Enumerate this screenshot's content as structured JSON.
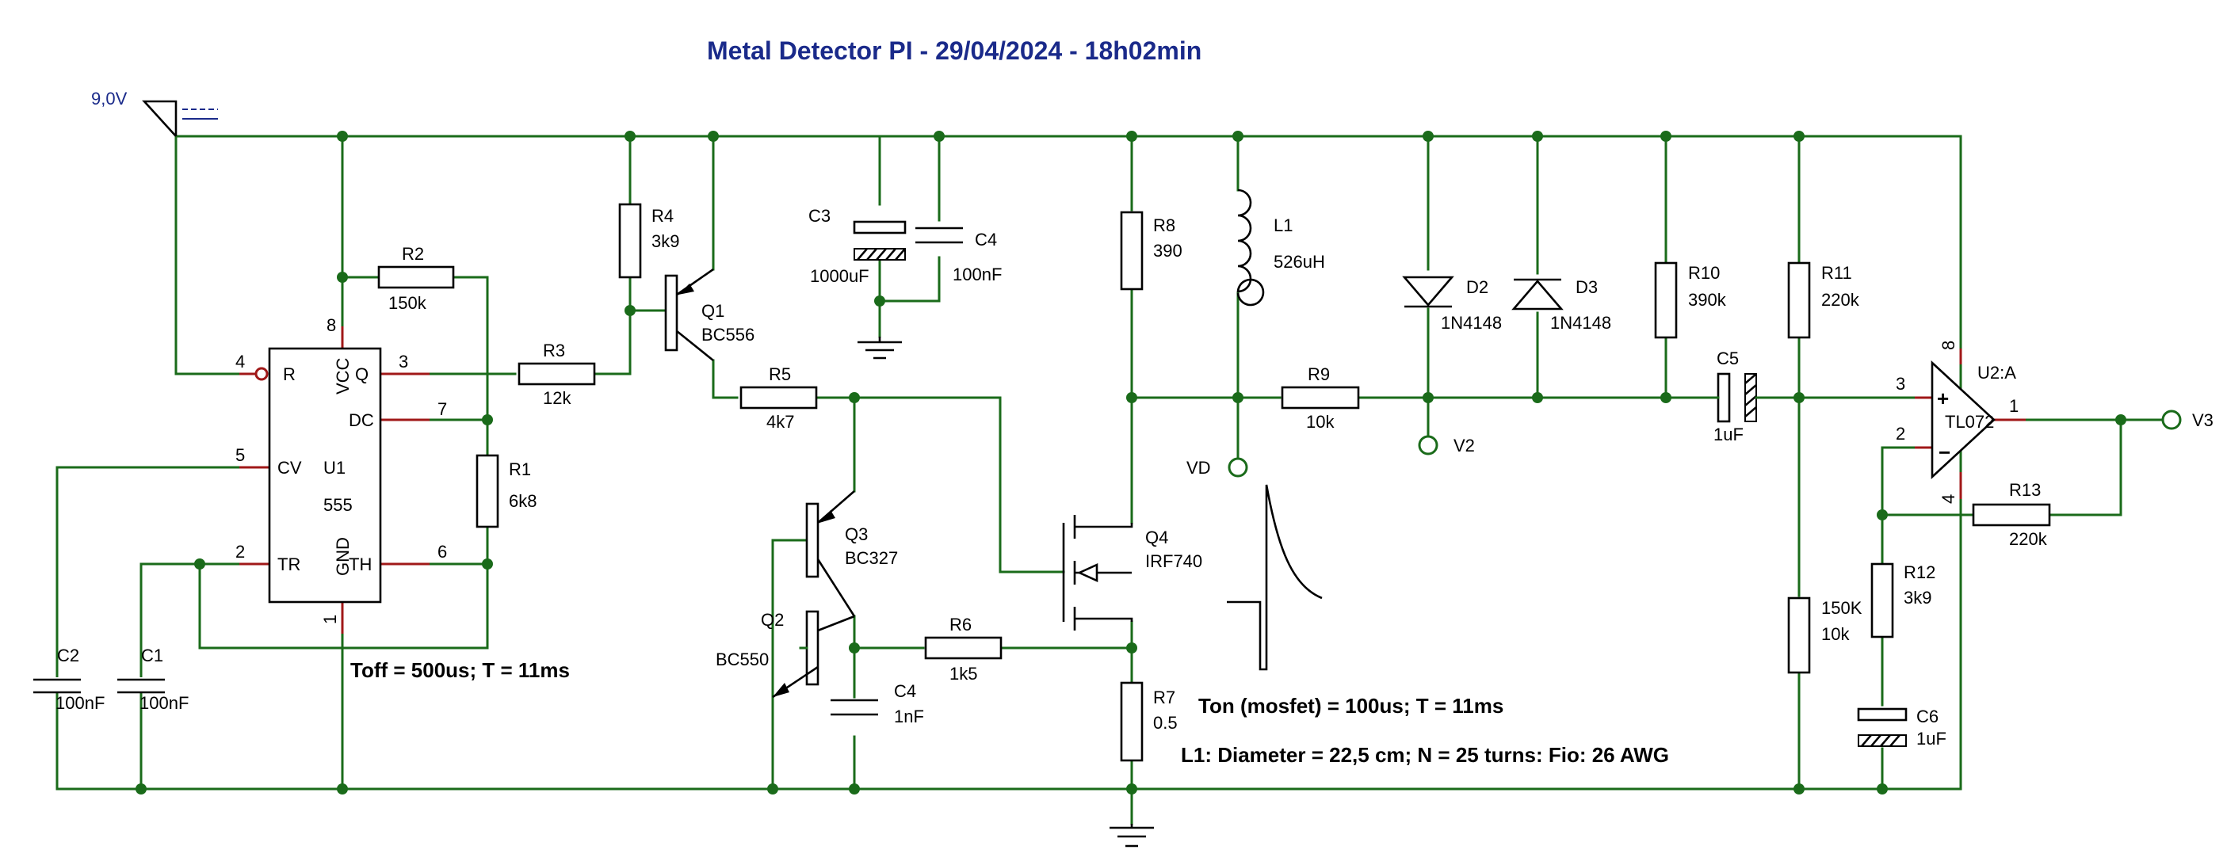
{
  "title": "Metal Detector PI - 29/04/2024 - 18h02min",
  "supply": {
    "label": "9,0V"
  },
  "notes": {
    "timer": "Toff = 500us; T = 11ms",
    "mosfet": "Ton (mosfet) = 100us; T = 11ms",
    "coil": "L1: Diameter = 22,5 cm; N = 25 turns: Fio: 26 AWG"
  },
  "components": {
    "R1": {
      "name": "R1",
      "value": "6k8"
    },
    "R2": {
      "name": "R2",
      "value": "150k"
    },
    "R3": {
      "name": "R3",
      "value": "12k"
    },
    "R4": {
      "name": "R4",
      "value": "3k9"
    },
    "R5": {
      "name": "R5",
      "value": "4k7"
    },
    "R6": {
      "name": "R6",
      "value": "1k5"
    },
    "R7": {
      "name": "R7",
      "value": "0.5"
    },
    "R8": {
      "name": "R8",
      "value": "390"
    },
    "R9": {
      "name": "R9",
      "value": "10k"
    },
    "R10": {
      "name": "R10",
      "value": "390k"
    },
    "R11": {
      "name": "R11",
      "value": "220k"
    },
    "R12": {
      "name": "R12",
      "value": "3k9"
    },
    "R13": {
      "name": "R13",
      "value": "220k"
    },
    "R14": {
      "name": "150K",
      "value": "10k"
    },
    "C1": {
      "name": "C1",
      "value": "100nF"
    },
    "C2": {
      "name": "C2",
      "value": "100nF"
    },
    "C3": {
      "name": "C3",
      "value": "1000uF"
    },
    "C4a": {
      "name": "C4",
      "value": "100nF"
    },
    "C4b": {
      "name": "C4",
      "value": "1nF"
    },
    "C5": {
      "name": "C5",
      "value": "1uF"
    },
    "C6": {
      "name": "C6",
      "value": "1uF"
    },
    "L1": {
      "name": "L1",
      "value": "526uH"
    },
    "D2": {
      "name": "D2",
      "value": "1N4148"
    },
    "D3": {
      "name": "D3",
      "value": "1N4148"
    },
    "Q1": {
      "name": "Q1",
      "value": "BC556"
    },
    "Q2": {
      "name": "Q2",
      "value": "BC550"
    },
    "Q3": {
      "name": "Q3",
      "value": "BC327"
    },
    "Q4": {
      "name": "Q4",
      "value": "IRF740"
    },
    "U1": {
      "name": "U1",
      "value": "555"
    },
    "U2": {
      "name": "U2:A",
      "value": "TL072"
    }
  },
  "u1_pins": {
    "names": {
      "r": "R",
      "vcc": "VCC",
      "q": "Q",
      "dc": "DC",
      "cv": "CV",
      "tr": "TR",
      "gnd": "GND",
      "th": "TH"
    },
    "numbers": {
      "r": "4",
      "vcc": "8",
      "q": "3",
      "dc": "7",
      "cv": "5",
      "tr": "2",
      "gnd": "1",
      "th": "6"
    }
  },
  "u2_pins": {
    "plus": "+",
    "minus": "−",
    "in_plus": "3",
    "in_minus": "2",
    "out": "1",
    "vcc": "8",
    "gnd": "4"
  },
  "probes": {
    "vd": "VD",
    "v2": "V2",
    "v3": "V3"
  }
}
